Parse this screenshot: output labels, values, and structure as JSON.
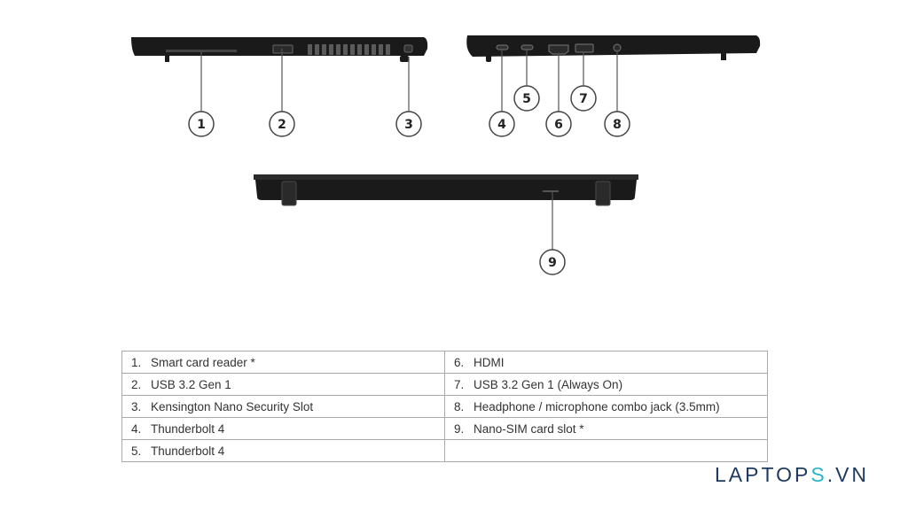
{
  "callouts": [
    "1",
    "2",
    "3",
    "4",
    "5",
    "6",
    "7",
    "8",
    "9"
  ],
  "ports": [
    {
      "num": "1.",
      "label": "Smart card reader *"
    },
    {
      "num": "2.",
      "label": "USB 3.2 Gen 1"
    },
    {
      "num": "3.",
      "label": "Kensington Nano Security Slot"
    },
    {
      "num": "4.",
      "label": "Thunderbolt 4"
    },
    {
      "num": "5.",
      "label": "Thunderbolt 4"
    },
    {
      "num": "6.",
      "label": "HDMI"
    },
    {
      "num": "7.",
      "label": "USB 3.2 Gen 1 (Always On)"
    },
    {
      "num": "8.",
      "label": "Headphone / microphone combo jack (3.5mm)"
    },
    {
      "num": "9.",
      "label": "Nano-SIM card slot *"
    }
  ],
  "logo": {
    "text_a": "LAPTOP",
    "text_b": "S",
    "text_c": ".VN"
  },
  "colors": {
    "laptop_body": "#1a1a1a",
    "line": "#555555",
    "logo": "#1f3a5f",
    "logo_accent": "#2bb5c8"
  }
}
